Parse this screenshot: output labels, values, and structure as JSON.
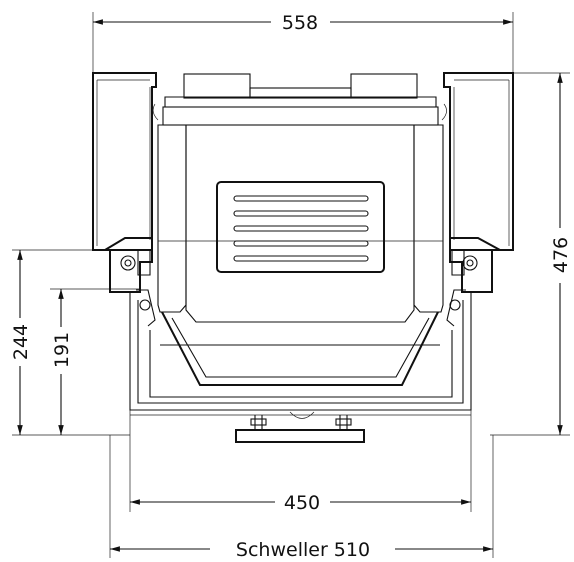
{
  "dimensions": {
    "overall_width": "558",
    "overall_height": "476",
    "height_a": "244",
    "height_b": "191",
    "inner_width": "450",
    "sill_width": "Schweller 510"
  }
}
